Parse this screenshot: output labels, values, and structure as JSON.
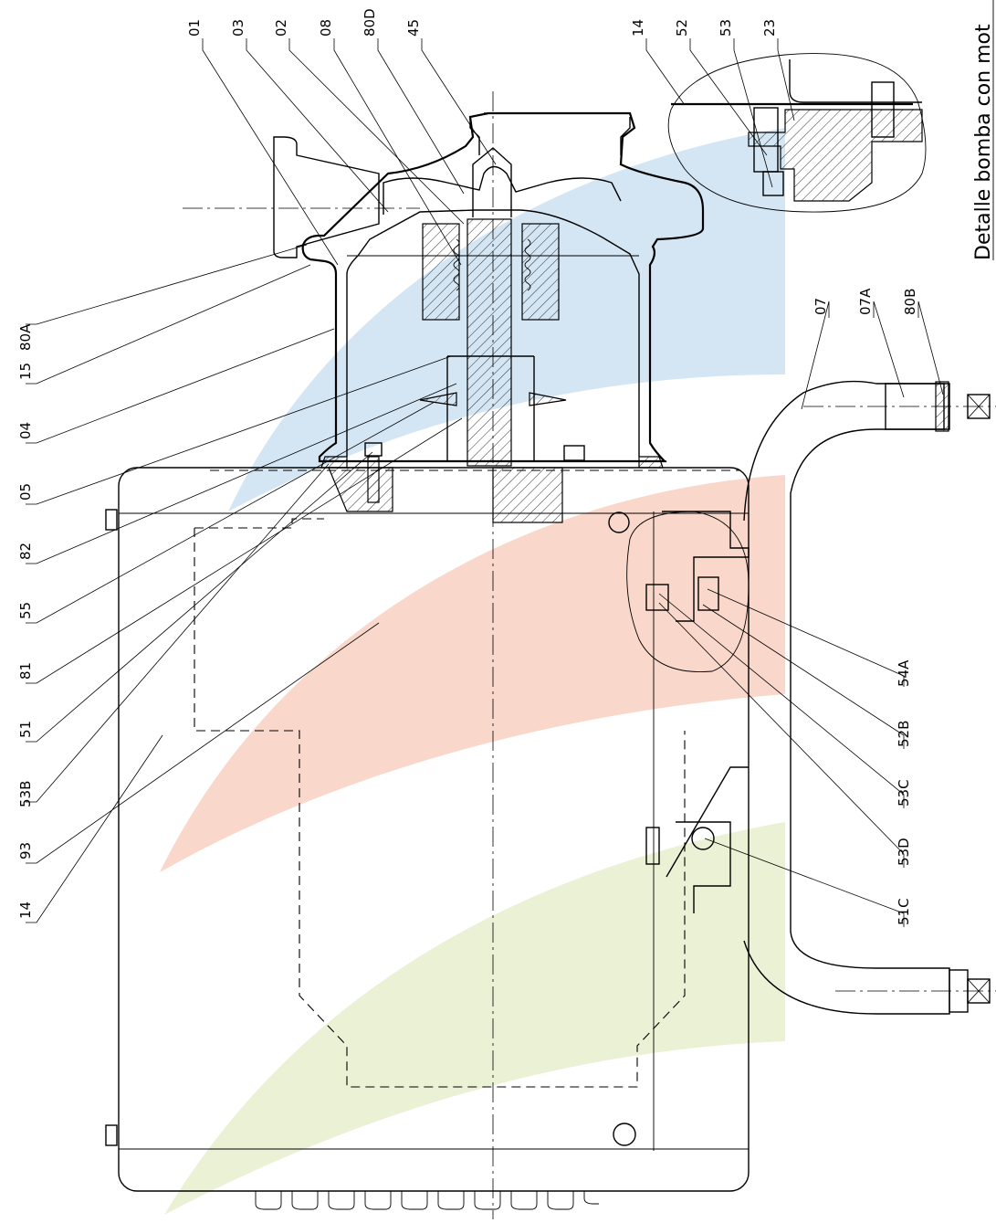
{
  "detail_title": "Detalle bomba con mot",
  "callouts": {
    "c01": "01",
    "c03": "03",
    "c02": "02",
    "c08": "08",
    "c80D": "80D",
    "c45": "45",
    "c14top": "14",
    "c52": "52",
    "c53": "53",
    "c23": "23",
    "c07": "07",
    "c07A": "07A",
    "c80B": "80B",
    "c80A": "80A",
    "c15": "15",
    "c04": "04",
    "c05": "05",
    "c82": "82",
    "c55": "55",
    "c81": "81",
    "c51": "51",
    "c53B": "53B",
    "c93": "93",
    "c14": "14",
    "c54A": "54A",
    "c52B": "52B",
    "c53C": "53C",
    "c53D": "53D",
    "c51C": "51C"
  },
  "colors": {
    "watermark_blue": "#cfe3f3",
    "watermark_red": "#f8d3c4",
    "watermark_green": "#e8efcf",
    "line": "#000000"
  }
}
